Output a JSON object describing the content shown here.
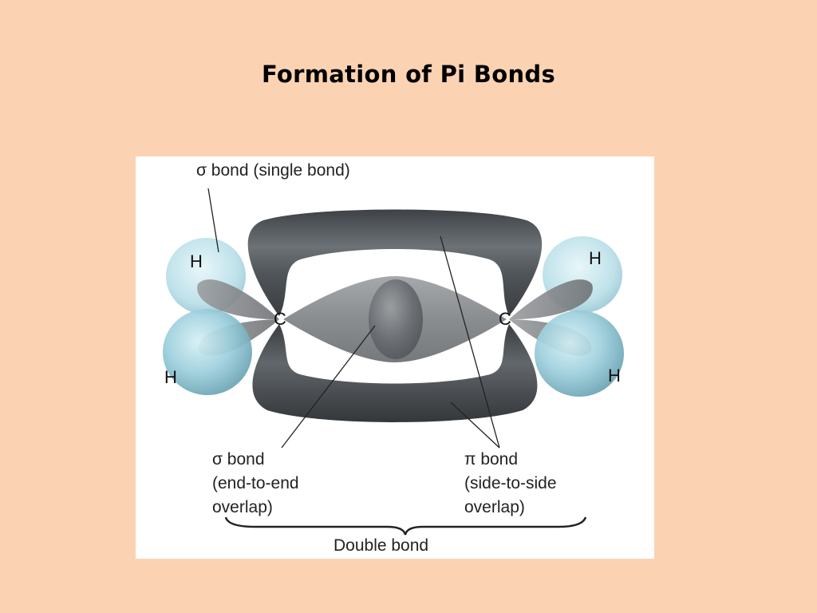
{
  "slide": {
    "title": "Formation of Pi Bonds"
  },
  "diagram": {
    "labels": {
      "sigma_single": "σ bond (single bond)",
      "sigma_end_line1": "σ bond",
      "sigma_end_line2": "(end-to-end",
      "sigma_end_line3": "overlap)",
      "pi_line1": "π bond",
      "pi_line2": "(side-to-side",
      "pi_line3": "overlap)",
      "double_bond": "Double bond"
    },
    "atoms": {
      "h_top_left": "H",
      "h_bottom_left": "H",
      "h_top_right": "H",
      "h_bottom_right": "H",
      "c_left": "C",
      "c_right": "C"
    },
    "colors": {
      "background": "#fbd3b3",
      "pi_lobe": "#555a5e",
      "sigma_lobe": "#8e9194",
      "hydrogen": "#9ccfdc"
    }
  }
}
